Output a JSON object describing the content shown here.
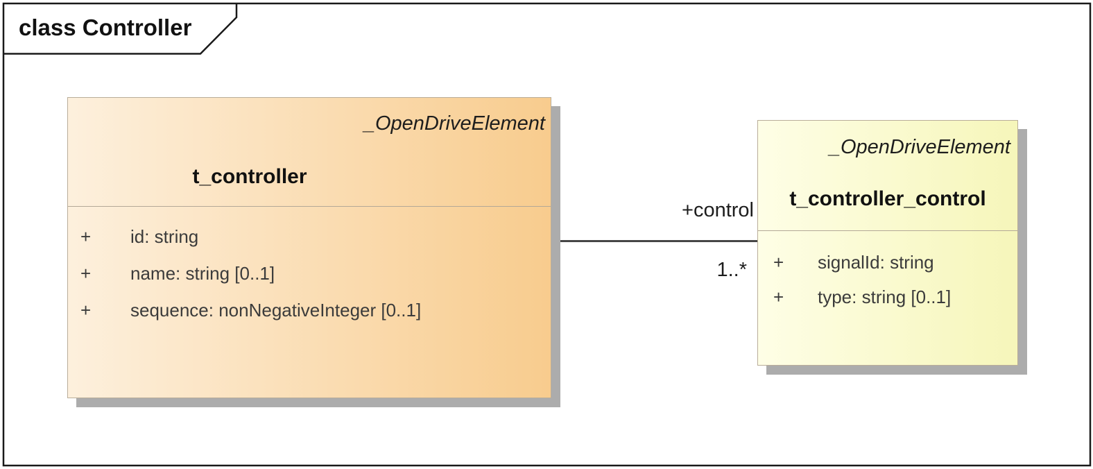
{
  "diagram": {
    "frame_title": "class Controller"
  },
  "classes": [
    {
      "stereotype": "_OpenDriveElement",
      "name": "t_controller",
      "attributes": [
        {
          "visibility": "+",
          "signature": "id: string"
        },
        {
          "visibility": "+",
          "signature": "name: string [0..1]"
        },
        {
          "visibility": "+",
          "signature": "sequence: nonNegativeInteger [0..1]"
        }
      ],
      "colors": {
        "fill_start": "#fdf0dd",
        "fill_end": "#f8cc8e"
      }
    },
    {
      "stereotype": "_OpenDriveElement",
      "name": "t_controller_control",
      "attributes": [
        {
          "visibility": "+",
          "signature": "signalId: string"
        },
        {
          "visibility": "+",
          "signature": "type: string [0..1]"
        }
      ],
      "colors": {
        "fill_start": "#fefee6",
        "fill_end": "#f6f6ba"
      }
    }
  ],
  "association": {
    "role_label": "+control",
    "multiplicity": "1..*"
  },
  "colors": {
    "frame_border": "#1a1a1a",
    "box_border": "#b9ad99",
    "shadow": "#acacac",
    "association_line": "#464646",
    "attribute_text": "#3b3b3b"
  }
}
